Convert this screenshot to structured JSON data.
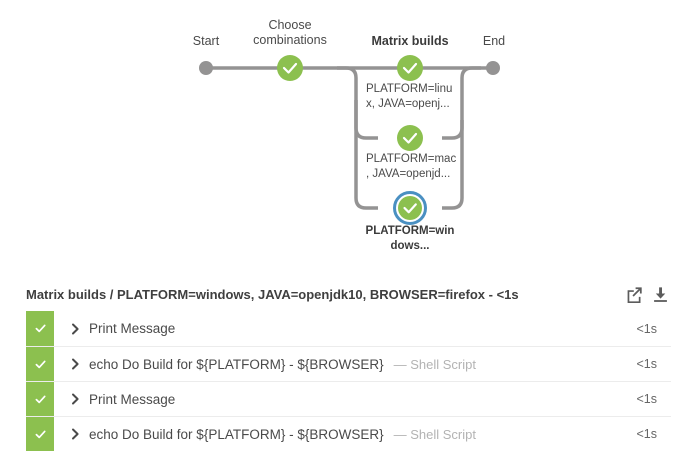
{
  "graph": {
    "stages": [
      {
        "label": "Start",
        "active": false,
        "type": "terminal-start"
      },
      {
        "label": "Choose\ncombinations",
        "active": false,
        "type": "stage"
      },
      {
        "label": "Matrix builds",
        "active": true,
        "type": "stage"
      },
      {
        "label": "End",
        "active": false,
        "type": "terminal-end"
      }
    ],
    "branches": [
      {
        "label": "PLATFORM=linu\nx, JAVA=openj...",
        "selected": false,
        "status": "success"
      },
      {
        "label": "PLATFORM=mac\n, JAVA=openjd...",
        "selected": false,
        "status": "success"
      },
      {
        "label": "PLATFORM=win\ndows...",
        "selected": true,
        "status": "success"
      }
    ],
    "colors": {
      "success": "#8cc04f",
      "line": "#949393",
      "terminal": "#949393",
      "selection_ring": "#4a90c2"
    }
  },
  "result_header": {
    "title": "Matrix builds / PLATFORM=windows, JAVA=openjdk10, BROWSER=firefox - <1s",
    "actions": [
      {
        "name": "open-in-new-window-icon",
        "label": "Open log in new window"
      },
      {
        "name": "download-log-icon",
        "label": "Download log"
      }
    ]
  },
  "steps": [
    {
      "title": "Print Message",
      "subtitle": "",
      "duration": "<1s",
      "status": "success",
      "expanded": false
    },
    {
      "title": "echo Do Build for ${PLATFORM} - ${BROWSER}",
      "subtitle": "— Shell Script",
      "duration": "<1s",
      "status": "success",
      "expanded": false
    },
    {
      "title": "Print Message",
      "subtitle": "",
      "duration": "<1s",
      "status": "success",
      "expanded": false
    },
    {
      "title": "echo Do Build for ${PLATFORM} - ${BROWSER}",
      "subtitle": "— Shell Script",
      "duration": "<1s",
      "status": "success",
      "expanded": false
    }
  ]
}
